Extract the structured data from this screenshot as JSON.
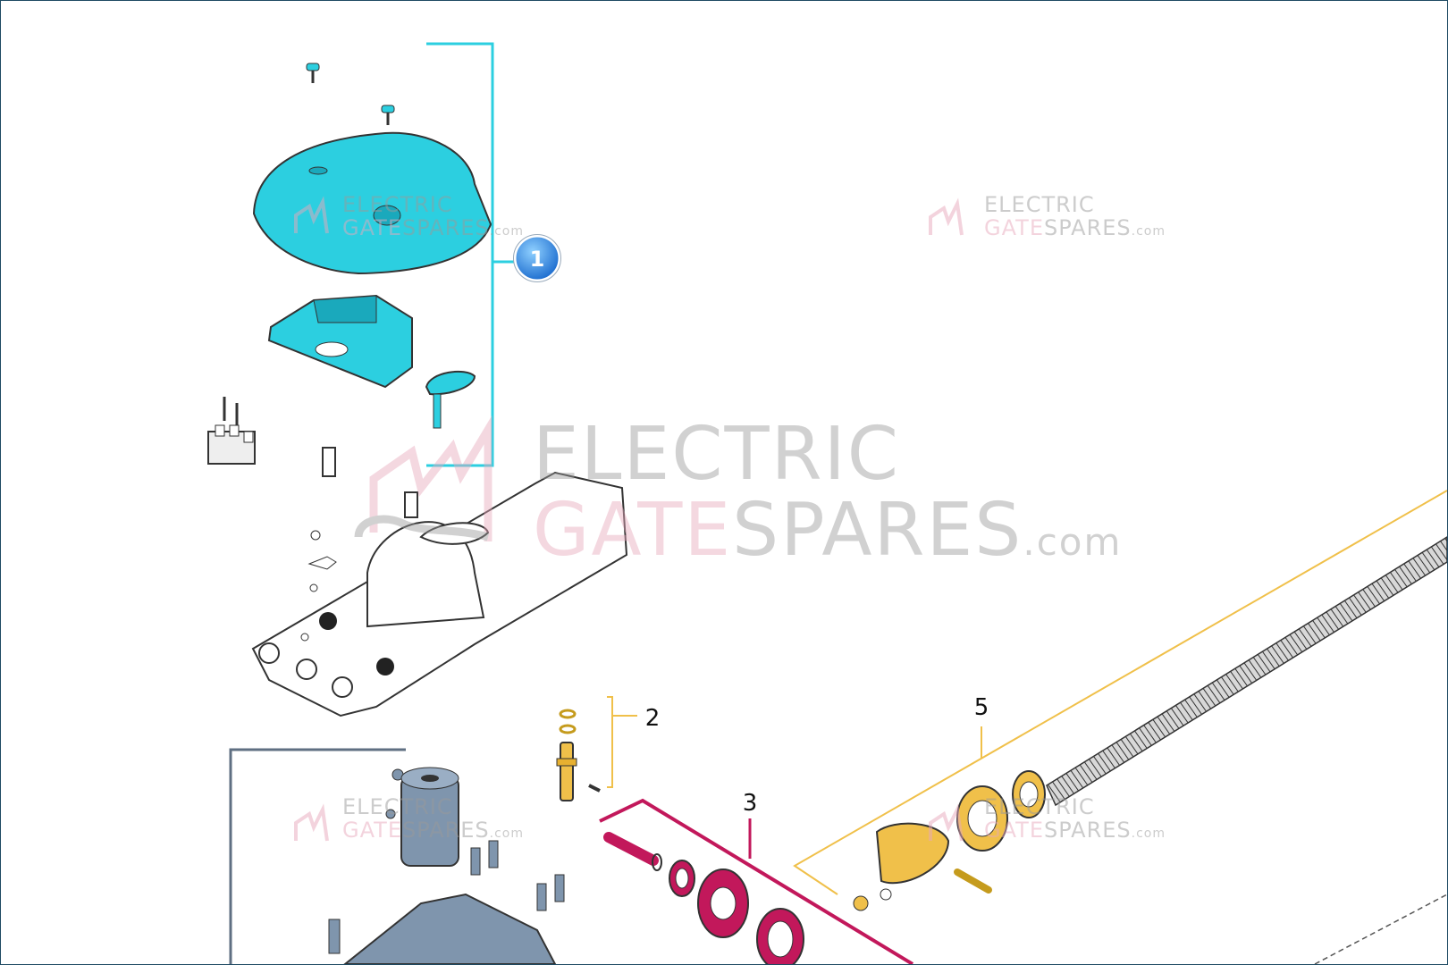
{
  "watermark": {
    "line1": "ELECTRIC",
    "line2_part1": "GATE",
    "line2_part2": "SPARES",
    "suffix": ".com"
  },
  "callouts": {
    "c1": "1",
    "c2": "2",
    "c3": "3",
    "c5": "5"
  },
  "colors": {
    "cyan": "#2ccfe0",
    "pink": "#c2185b",
    "gold": "#f0c04a",
    "slate": "#7f95ad",
    "watermark_gray": "#9a9a9a",
    "watermark_pink": "#e8a9bc"
  }
}
